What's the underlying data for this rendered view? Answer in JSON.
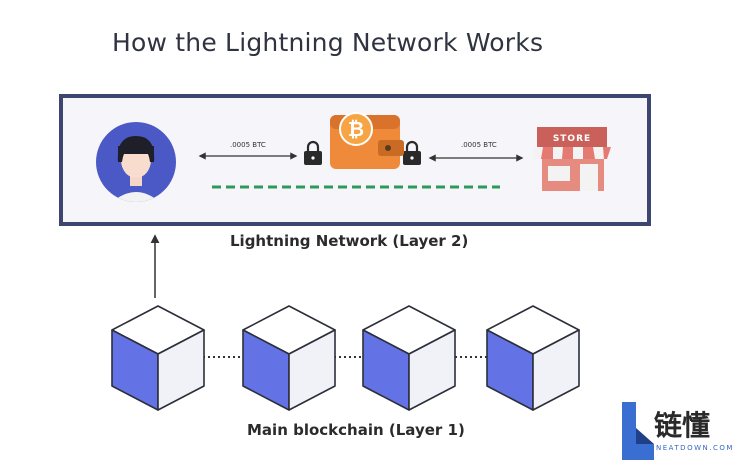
{
  "title": "How the Lightning Network Works",
  "layer2": {
    "label": "Lightning Network (Layer 2)",
    "left_amount": ".0005 BTC",
    "right_amount": ".0005 BTC",
    "store_sign": "STORE",
    "wallet_symbol": "₿"
  },
  "layer1": {
    "label": "Main blockchain (Layer 1)",
    "block_count": 4
  },
  "logo": {
    "chinese": "链懂",
    "english": "NEATDOWN.COM"
  },
  "colors": {
    "frame": "#3c4670",
    "dashed_line": "#2e9a5a",
    "cube_face": "#6373e6",
    "wallet": "#ef8a3a",
    "store": "#d9706a",
    "avatar_bg": "#4b59c7"
  }
}
